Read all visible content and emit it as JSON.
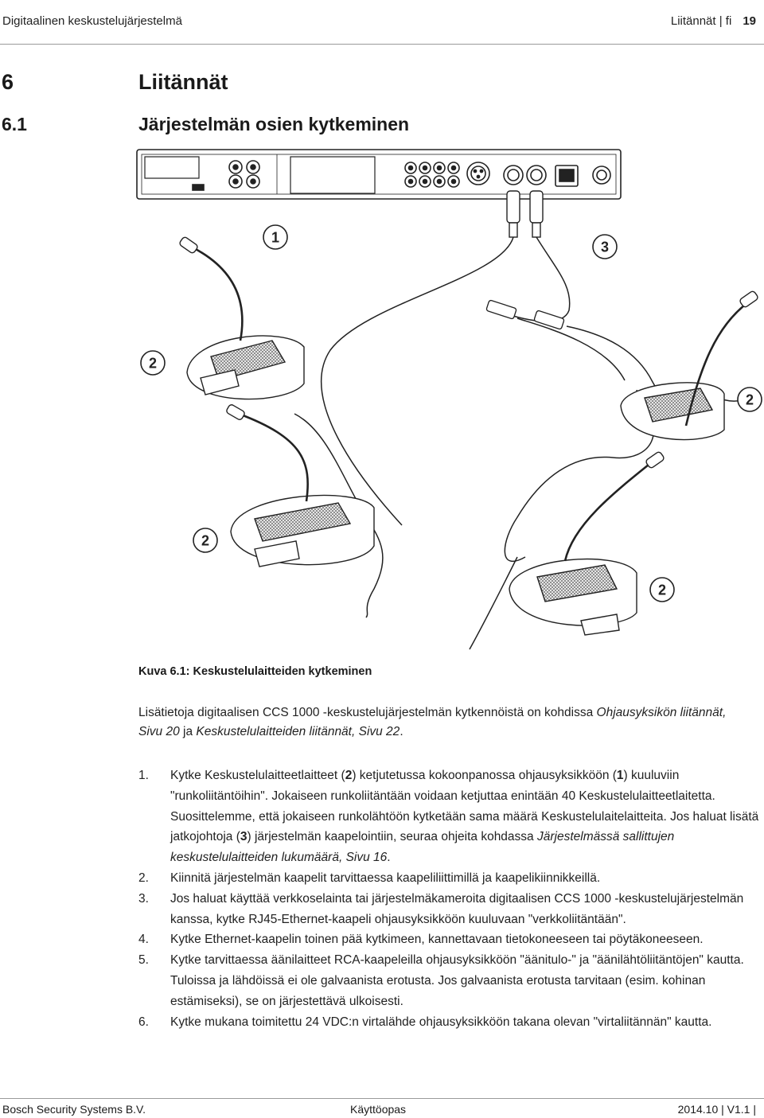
{
  "header": {
    "left": "Digitaalinen keskustelujärjestelmä",
    "right": "Liitännät | fi",
    "page_number": "19"
  },
  "chapter": {
    "number": "6",
    "title": "Liitännät"
  },
  "section": {
    "number": "6.1",
    "title": "Järjestelmän osien kytkeminen"
  },
  "figure": {
    "callouts": [
      "1",
      "2",
      "3"
    ],
    "caption": "Kuva 6.1: Keskustelulaitteiden kytkeminen"
  },
  "intro": {
    "text1": "Lisätietoja digitaalisen CCS 1000 -keskustelujärjestelmän kytkennöistä on kohdissa",
    "link1": "Ohjausyksikön liitännät, Sivu 20",
    "text2": " ja ",
    "link2": "Keskustelulaitteiden liitännät, Sivu 22",
    "text3": "."
  },
  "steps": [
    {
      "n": "1.",
      "a": "Kytke Keskustelulaitteetlaitteet (",
      "b1": "2",
      "c": ") ketjutetussa kokoonpanossa ohjausyksikköön (",
      "b2": "1",
      "d": ") kuuluviin \"runkoliitäntöihin\". Jokaiseen runkoliitäntään voidaan ketjuttaa enintään 40 Keskustelulaitteetlaitetta. Suosittelemme, että jokaiseen runkolähtöön kytketään sama määrä Keskustelulaitelaitteita. Jos haluat lisätä jatkojohtoja (",
      "b3": "3",
      "e": ") järjestelmän kaapelointiin, seuraa ohjeita kohdassa ",
      "link": "Järjestelmässä sallittujen keskustelulaitteiden lukumäärä, Sivu 16",
      "f": "."
    },
    {
      "n": "2.",
      "text": "Kiinnitä järjestelmän kaapelit tarvittaessa kaapeliliittimillä ja kaapelikiinnikkeillä."
    },
    {
      "n": "3.",
      "text": "Jos haluat käyttää verkkoselainta tai järjestelmäkameroita digitaalisen CCS 1000 -keskustelujärjestelmän kanssa, kytke RJ45-Ethernet-kaapeli ohjausyksikköön kuuluvaan \"verkkoliitäntään\"."
    },
    {
      "n": "4.",
      "text": "Kytke Ethernet-kaapelin toinen pää kytkimeen, kannettavaan tietokoneeseen tai pöytäkoneeseen."
    },
    {
      "n": "5.",
      "text": "Kytke tarvittaessa äänilaitteet RCA-kaapeleilla ohjausyksikköön \"äänitulo-\" ja \"äänilähtöliitäntöjen\" kautta. Tuloissa ja lähdöissä ei ole galvaanista erotusta. Jos galvaanista erotusta tarvitaan (esim. kohinan estämiseksi), se on järjestettävä ulkoisesti."
    },
    {
      "n": "6.",
      "text": "Kytke mukana toimitettu 24 VDC:n virtalähde ohjausyksikköön takana olevan \"virtaliitännän\" kautta."
    }
  ],
  "footer": {
    "left": "Bosch Security Systems B.V.",
    "center": "Käyttöopas",
    "right": "2014.10 | V1.1 |"
  }
}
